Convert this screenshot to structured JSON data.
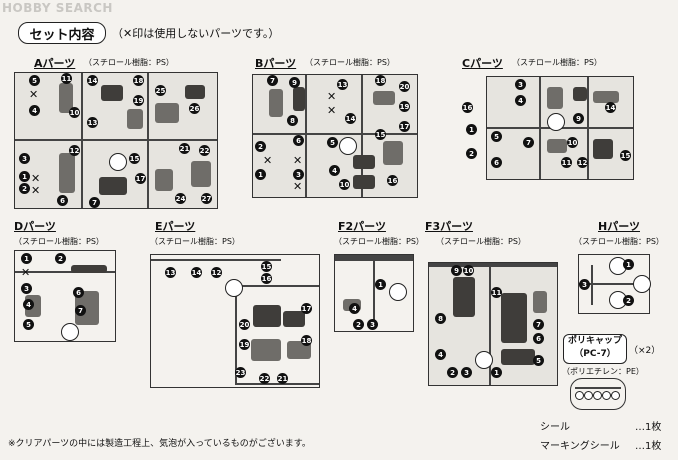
{
  "watermark": "HOBBY SEARCH",
  "header": {
    "title": "セット内容",
    "note": "（✕印は使用しないパーツです。）"
  },
  "parts": [
    {
      "label": "Aパーツ",
      "material": "（スチロール樹脂：PS）"
    },
    {
      "label": "Bパーツ",
      "material": "（スチロール樹脂：PS）"
    },
    {
      "label": "Cパーツ",
      "material": "（スチロール樹脂：PS）"
    },
    {
      "label": "Dパーツ",
      "material": "（スチロール樹脂：PS）"
    },
    {
      "label": "Eパーツ",
      "material": "（スチロール樹脂：PS）"
    },
    {
      "label": "F2パーツ",
      "material": "（スチロール樹脂：PS）"
    },
    {
      "label": "F3パーツ",
      "material": "（スチロール樹脂：PS）"
    },
    {
      "label": "Hパーツ",
      "material": "（スチロール樹脂：PS）"
    }
  ],
  "polycap": {
    "name": "ポリキャップ",
    "code": "（PC-7）",
    "qty": "（×2）",
    "material": "（ポリエチレン：PE）"
  },
  "stickers": [
    {
      "name": "シール",
      "qty": "…1枚"
    },
    {
      "name": "マーキングシール",
      "qty": "…1枚"
    }
  ],
  "footnote": "※クリアパーツの中には製造工程上、気泡が入っているものがございます。"
}
